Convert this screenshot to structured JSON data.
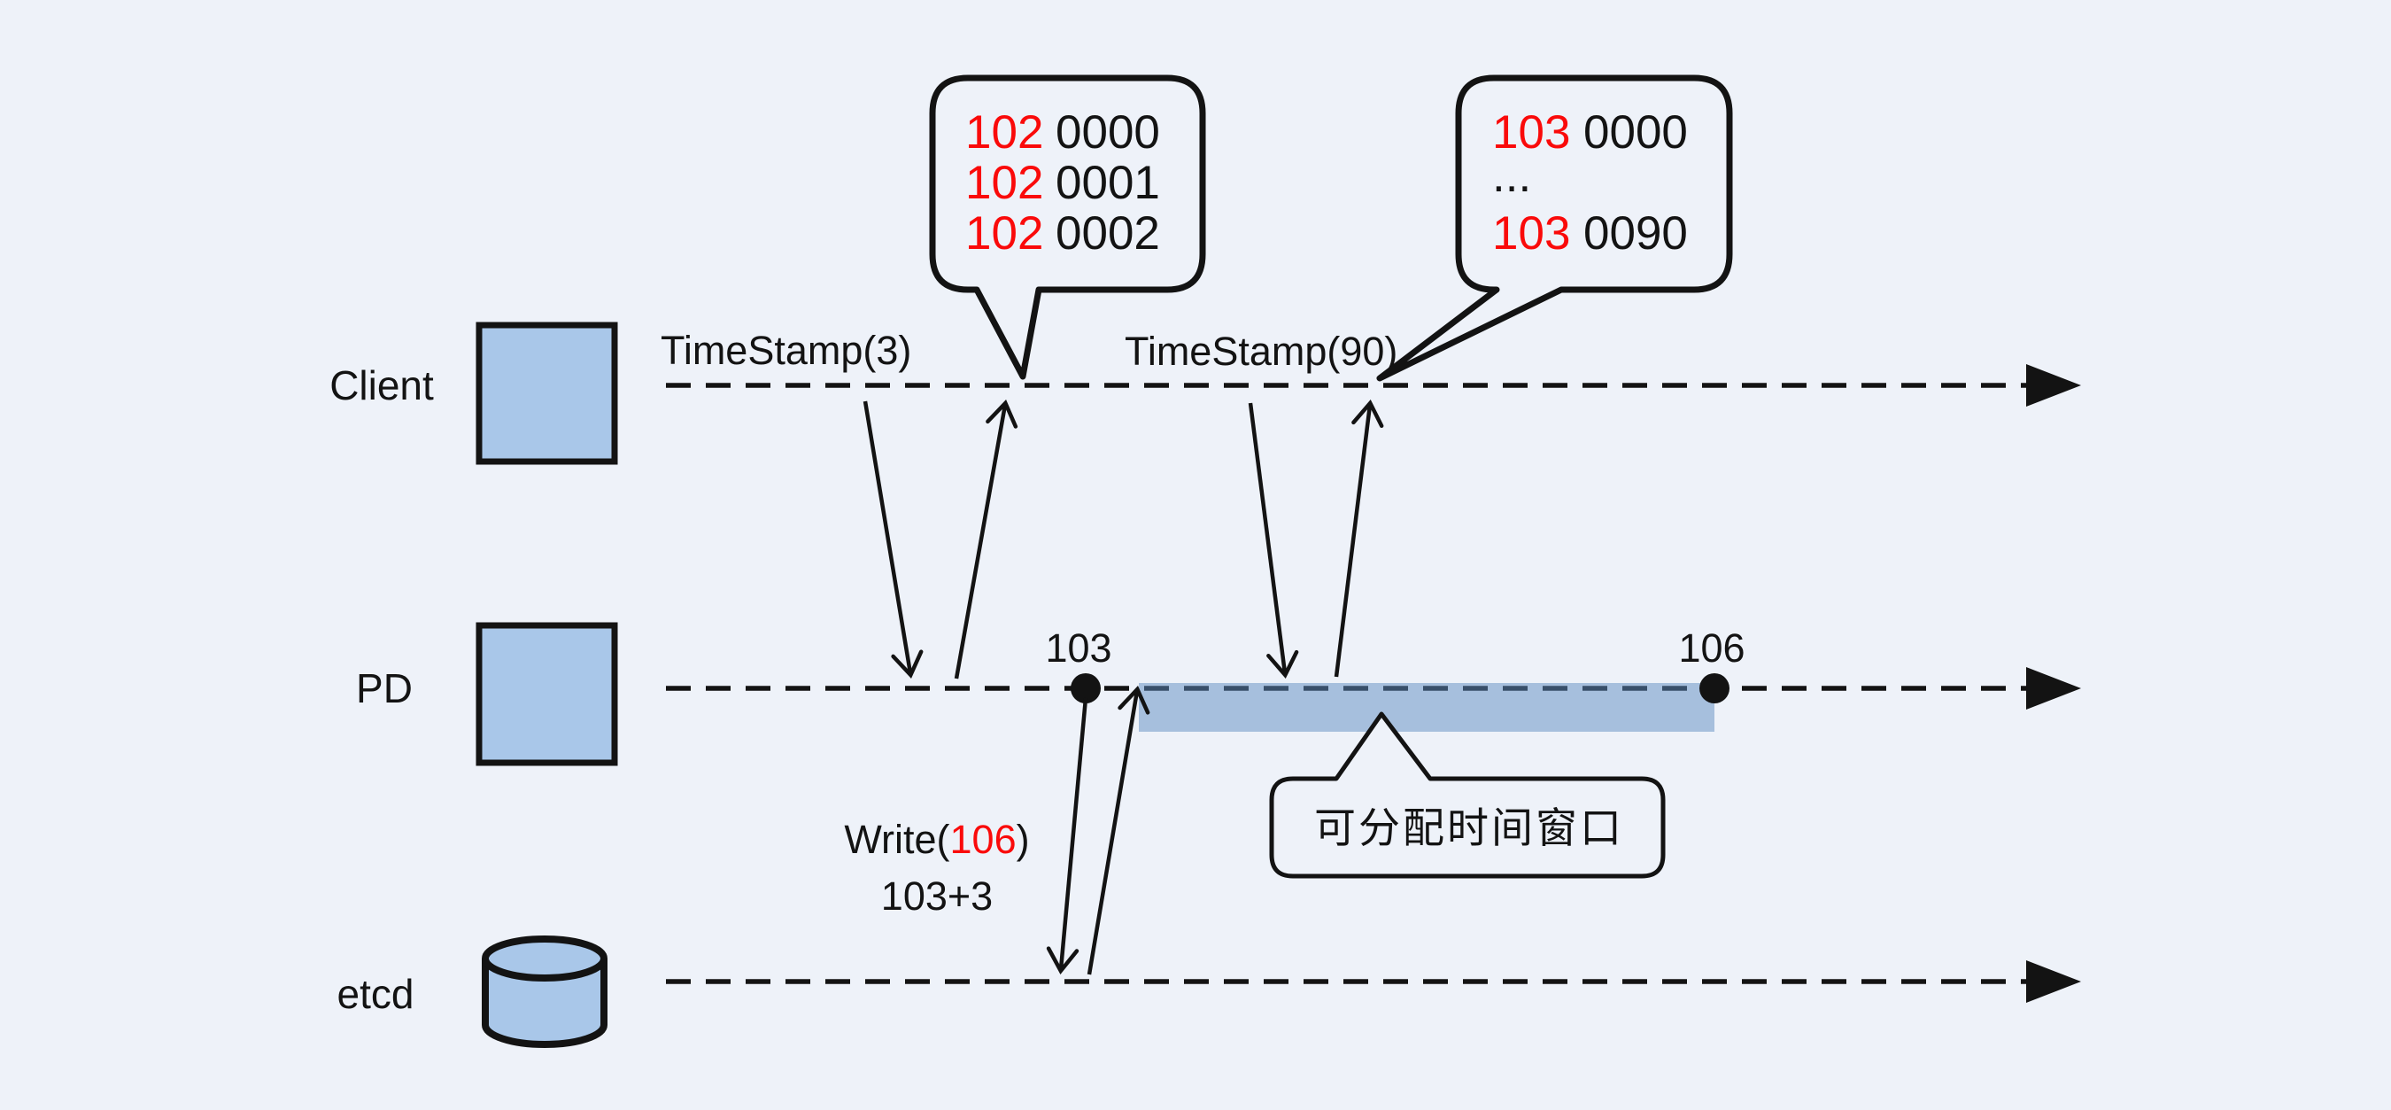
{
  "colors": {
    "background": "#eef2f9",
    "node_fill": "#a9c7e9",
    "band_fill": "rgba(94,140,194,0.5)",
    "red": "#fa0a0a",
    "ink": "#131313"
  },
  "lanes": [
    {
      "label": "Client"
    },
    {
      "label": "PD"
    },
    {
      "label": "etcd"
    }
  ],
  "requests": [
    {
      "label": "TimeStamp(3)"
    },
    {
      "label": "TimeStamp(90)"
    }
  ],
  "speech_bubbles": [
    {
      "lines": [
        {
          "red": "102",
          "black": "0000"
        },
        {
          "red": "102",
          "black": "0001"
        },
        {
          "red": "102",
          "black": "0002"
        }
      ]
    },
    {
      "lines": [
        {
          "red": "103",
          "black": "0000"
        },
        {
          "red": "",
          "black": "..."
        },
        {
          "red": "103",
          "black": "0090"
        }
      ]
    }
  ],
  "pd_points": [
    {
      "label": "103"
    },
    {
      "label": "106"
    }
  ],
  "etcd_write": {
    "prefix": "Write(",
    "value": "106",
    "suffix": ")",
    "calc": "103+3"
  },
  "window_callout": {
    "label": "可分配时间窗口"
  }
}
